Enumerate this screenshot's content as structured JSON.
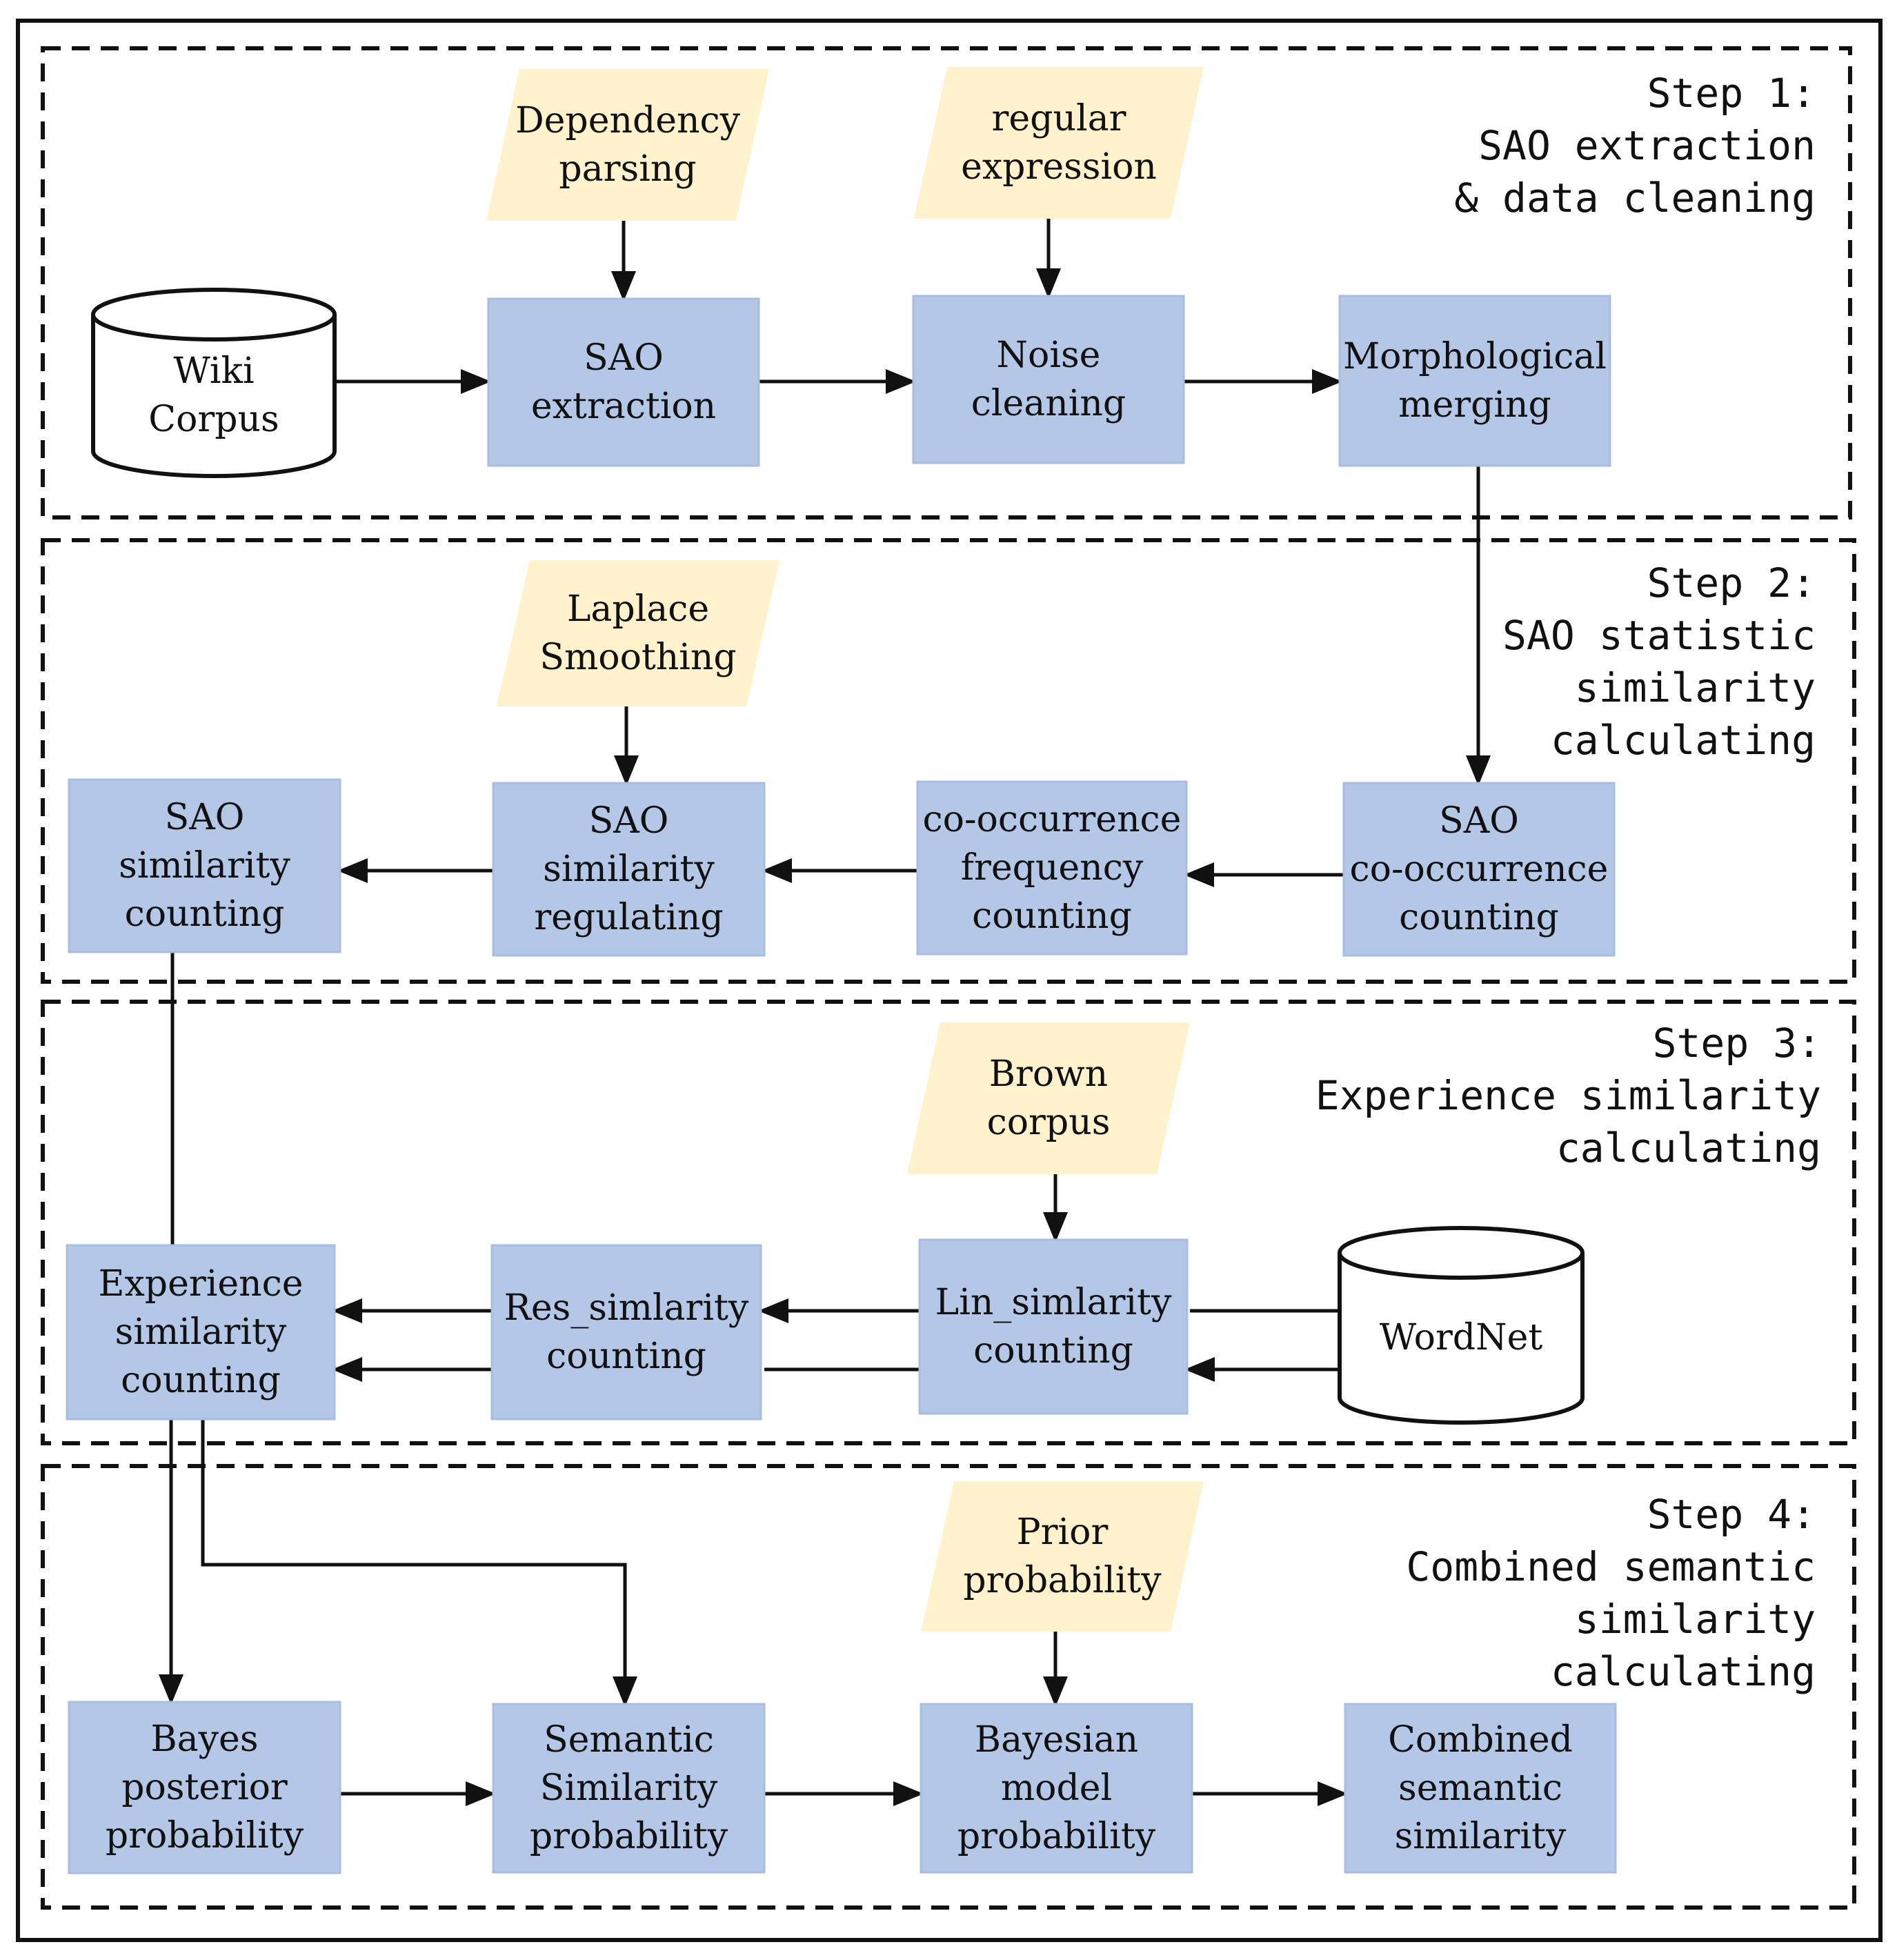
{
  "steps": [
    {
      "id": "step1",
      "lines": [
        "Step 1:",
        "SAO extraction",
        "& data cleaning"
      ]
    },
    {
      "id": "step2",
      "lines": [
        "Step 2:",
        "SAO statistic",
        "similarity",
        "calculating"
      ]
    },
    {
      "id": "step3",
      "lines": [
        "Step 3:",
        "Experience similarity",
        "calculating"
      ]
    },
    {
      "id": "step4",
      "lines": [
        "Step 4:",
        "Combined semantic",
        "similarity",
        "calculating"
      ]
    }
  ],
  "nodes": {
    "wiki_corpus": {
      "kind": "database",
      "lines": [
        "Wiki",
        "Corpus"
      ]
    },
    "dependency_parsing": {
      "kind": "input",
      "lines": [
        "Dependency",
        "parsing"
      ]
    },
    "regular_expression": {
      "kind": "input",
      "lines": [
        "regular",
        "expression"
      ]
    },
    "sao_extraction": {
      "kind": "process",
      "lines": [
        "SAO",
        "extraction"
      ]
    },
    "noise_cleaning": {
      "kind": "process",
      "lines": [
        "Noise",
        "cleaning"
      ]
    },
    "morphological_merging": {
      "kind": "process",
      "lines": [
        "Morphological",
        "merging"
      ]
    },
    "laplace_smoothing": {
      "kind": "input",
      "lines": [
        "Laplace",
        "Smoothing"
      ]
    },
    "sao_similarity_counting": {
      "kind": "process",
      "lines": [
        "SAO",
        "similarity",
        "counting"
      ]
    },
    "sao_similarity_regulating": {
      "kind": "process",
      "lines": [
        "SAO",
        "similarity",
        "regulating"
      ]
    },
    "cooccurrence_frequency_counting": {
      "kind": "process",
      "lines": [
        "co-occurrence",
        "frequency",
        "counting"
      ]
    },
    "sao_cooccurrence_counting": {
      "kind": "process",
      "lines": [
        "SAO",
        "co-occurrence",
        "counting"
      ]
    },
    "brown_corpus": {
      "kind": "input",
      "lines": [
        "Brown",
        "corpus"
      ]
    },
    "experience_similarity_counting": {
      "kind": "process",
      "lines": [
        "Experience",
        "similarity",
        "counting"
      ]
    },
    "res_similarity_counting": {
      "kind": "process",
      "lines": [
        "Res_simlarity",
        "counting"
      ]
    },
    "lin_similarity_counting": {
      "kind": "process",
      "lines": [
        "Lin_simlarity",
        "counting"
      ]
    },
    "wordnet": {
      "kind": "database",
      "lines": [
        "WordNet"
      ]
    },
    "prior_probability": {
      "kind": "input",
      "lines": [
        "Prior",
        "probability"
      ]
    },
    "bayes_posterior_probability": {
      "kind": "process",
      "lines": [
        "Bayes",
        "posterior",
        "probability"
      ]
    },
    "semantic_similarity_probability": {
      "kind": "process",
      "lines": [
        "Semantic",
        "Similarity",
        "probability"
      ]
    },
    "bayesian_model_probability": {
      "kind": "process",
      "lines": [
        "Bayesian",
        "model",
        "probability"
      ]
    },
    "combined_semantic_similarity": {
      "kind": "process",
      "lines": [
        "Combined",
        "semantic",
        "similarity"
      ]
    }
  },
  "edges": [
    {
      "from": "dependency_parsing",
      "to": "sao_extraction"
    },
    {
      "from": "regular_expression",
      "to": "noise_cleaning"
    },
    {
      "from": "wiki_corpus",
      "to": "sao_extraction"
    },
    {
      "from": "sao_extraction",
      "to": "noise_cleaning"
    },
    {
      "from": "noise_cleaning",
      "to": "morphological_merging"
    },
    {
      "from": "morphological_merging",
      "to": "sao_cooccurrence_counting"
    },
    {
      "from": "laplace_smoothing",
      "to": "sao_similarity_regulating"
    },
    {
      "from": "sao_cooccurrence_counting",
      "to": "cooccurrence_frequency_counting"
    },
    {
      "from": "cooccurrence_frequency_counting",
      "to": "sao_similarity_regulating"
    },
    {
      "from": "sao_similarity_regulating",
      "to": "sao_similarity_counting"
    },
    {
      "from": "sao_similarity_counting",
      "to": "experience_similarity_counting"
    },
    {
      "from": "brown_corpus",
      "to": "lin_similarity_counting"
    },
    {
      "from": "wordnet",
      "to": "lin_similarity_counting"
    },
    {
      "from": "lin_similarity_counting",
      "to": "res_similarity_counting"
    },
    {
      "from": "res_similarity_counting",
      "to": "experience_similarity_counting"
    },
    {
      "from": "wordnet",
      "to": "experience_similarity_counting"
    },
    {
      "from": "experience_similarity_counting",
      "to": "bayes_posterior_probability"
    },
    {
      "from": "experience_similarity_counting",
      "to": "semantic_similarity_probability"
    },
    {
      "from": "prior_probability",
      "to": "bayesian_model_probability"
    },
    {
      "from": "bayes_posterior_probability",
      "to": "semantic_similarity_probability"
    },
    {
      "from": "semantic_similarity_probability",
      "to": "bayesian_model_probability"
    },
    {
      "from": "bayesian_model_probability",
      "to": "combined_semantic_similarity"
    }
  ]
}
